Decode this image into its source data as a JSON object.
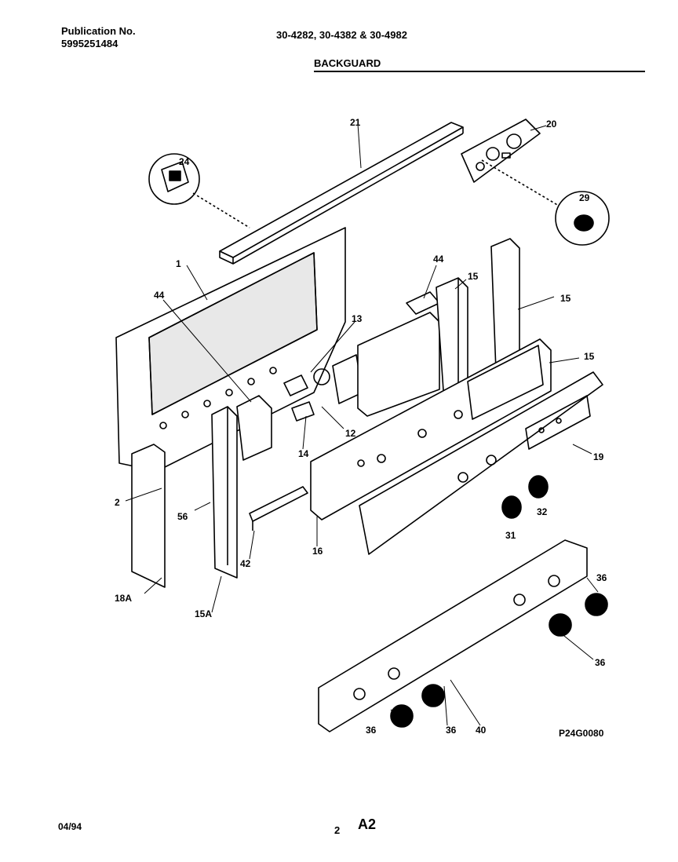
{
  "header": {
    "publication_label": "Publication No.",
    "publication_number": "5995251484",
    "models": "30-4282, 30-4382 & 30-4982",
    "section_title": "BACKGUARD"
  },
  "callouts": {
    "c1": "1",
    "c2": "2",
    "c12": "12",
    "c13": "13",
    "c14": "14",
    "c15a": "15",
    "c15b": "15",
    "c15c": "15",
    "c15d": "15A",
    "c16": "16",
    "c18": "18A",
    "c19": "19",
    "c20": "20",
    "c21": "21",
    "c24": "24",
    "c29": "29",
    "c31": "31",
    "c32": "32",
    "c36a": "36",
    "c36b": "36",
    "c36c": "36",
    "c36d": "36",
    "c40": "40",
    "c42": "42",
    "c44a": "44",
    "c44b": "44",
    "c56": "56"
  },
  "figure_code": "P24G0080",
  "footer": {
    "date": "04/94",
    "page_number": "2",
    "page_code": "A2"
  }
}
